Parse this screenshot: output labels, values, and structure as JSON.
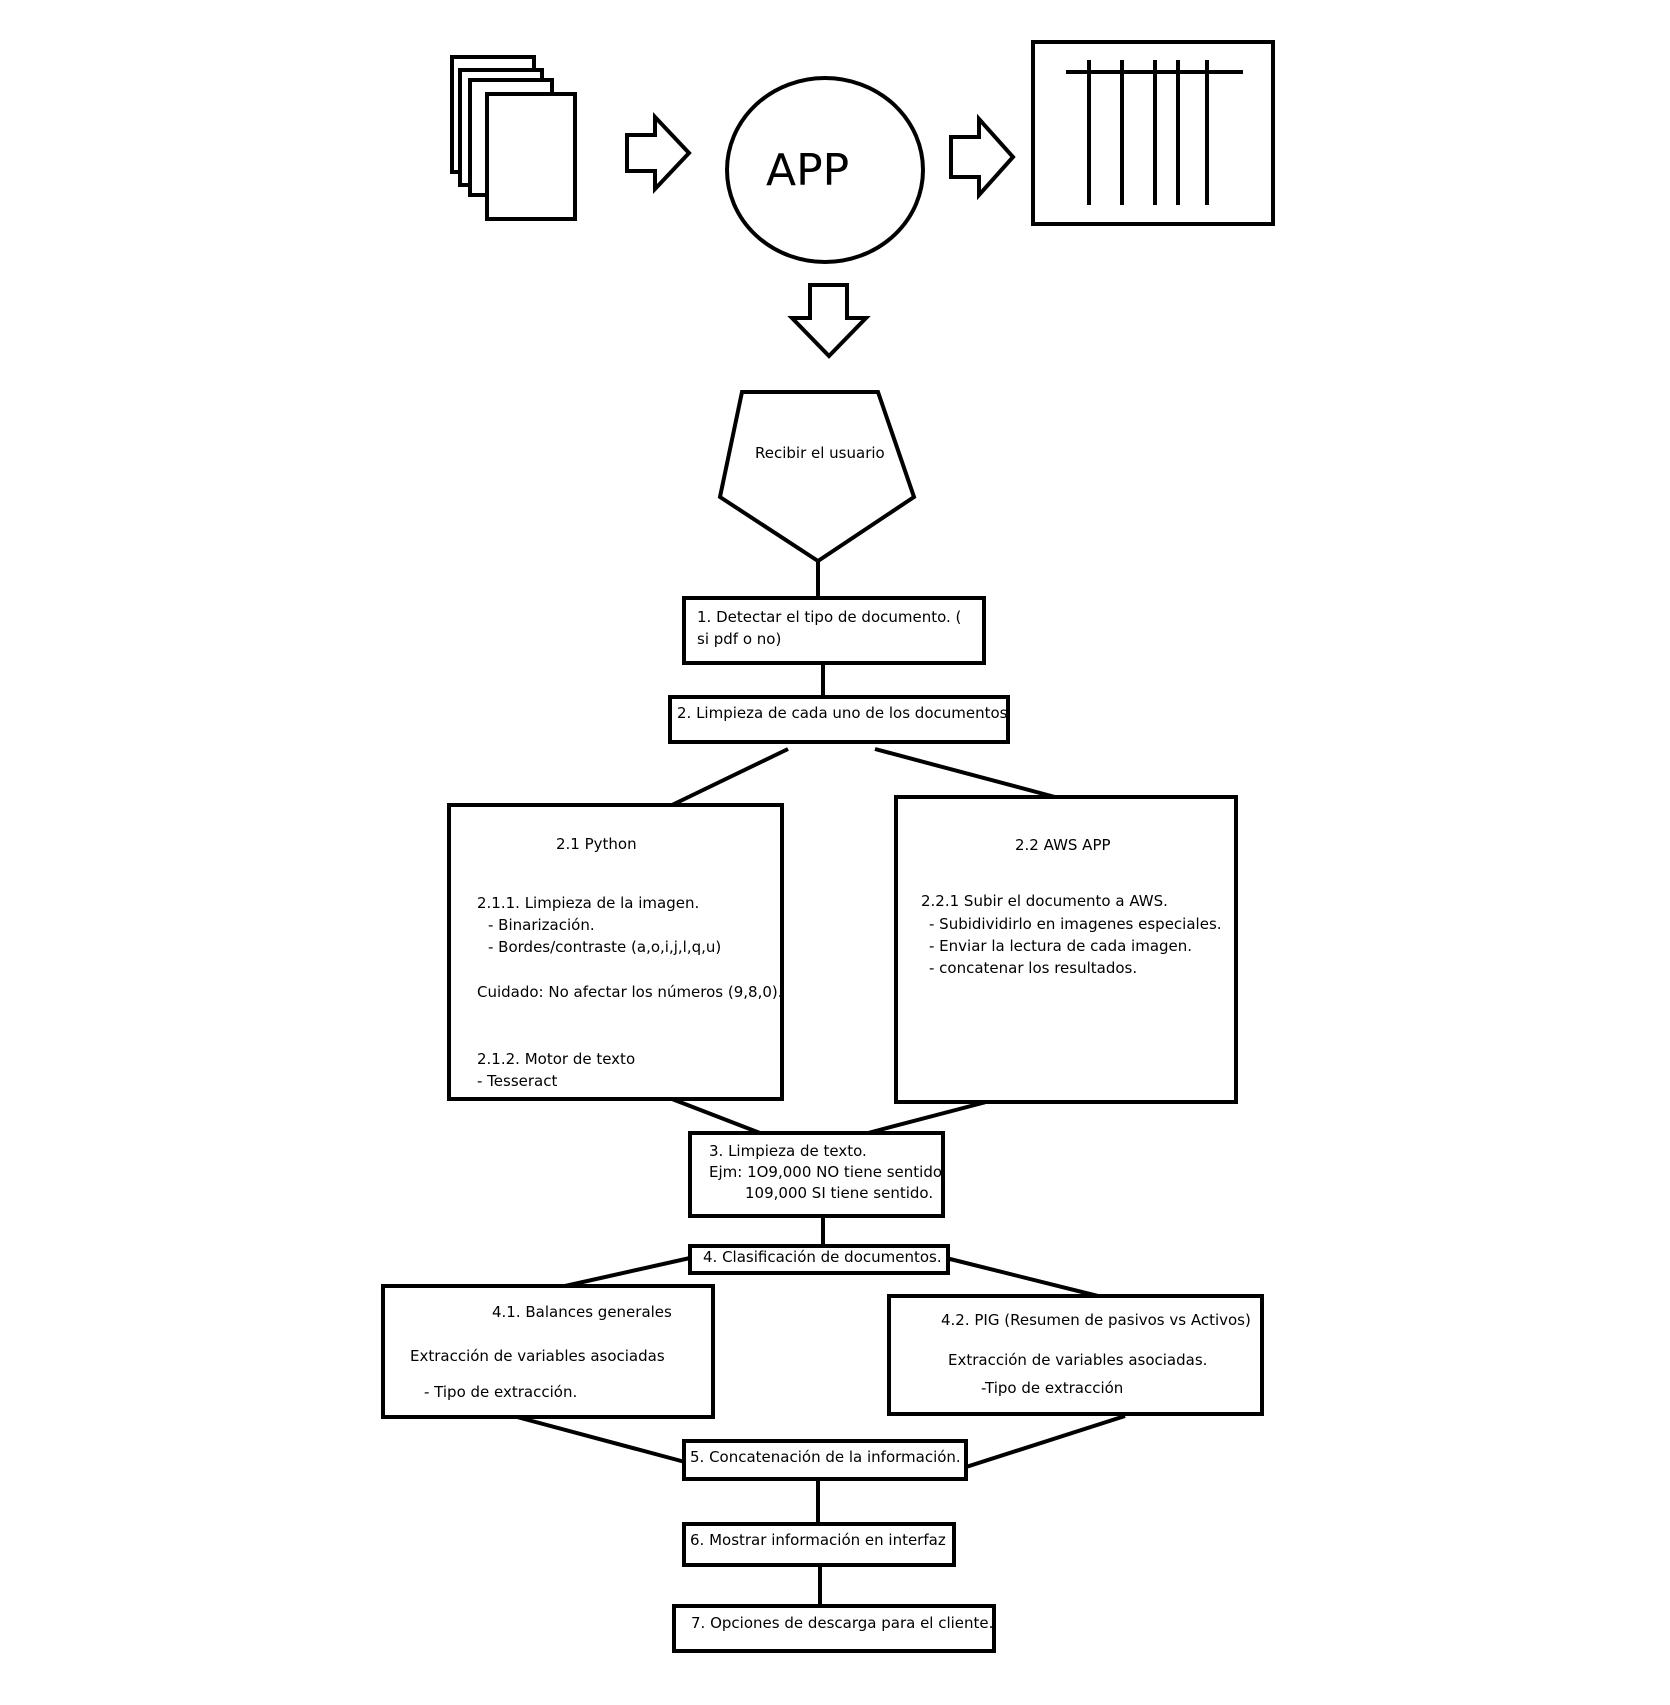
{
  "app": {
    "label": "APP"
  },
  "start": {
    "label": "Recibir el usuario"
  },
  "step1": {
    "line1": "1. Detectar el tipo de documento. (",
    "line2": "si pdf o no)"
  },
  "step2": {
    "label": "2. Limpieza de cada uno de los documentos"
  },
  "step21": {
    "title": "2.1 Python",
    "l1": "2.1.1. Limpieza de la imagen.",
    "l2": "- Binarización.",
    "l3": "- Bordes/contraste (a,o,i,j,l,q,u)",
    "l4": "Cuidado: No afectar los números (9,8,0).",
    "l5": "2.1.2. Motor de texto",
    "l6": "- Tesseract"
  },
  "step22": {
    "title": "2.2 AWS APP",
    "l1": "2.2.1 Subir el documento a AWS.",
    "l2": "- Subidividirlo en imagenes especiales.",
    "l3": "- Enviar la lectura de cada imagen.",
    "l4": "- concatenar los resultados."
  },
  "step3": {
    "l1": "3. Limpieza de texto.",
    "l2": "Ejm: 1O9,000 NO tiene sentido",
    "l3": "109,000 SI tiene sentido."
  },
  "step4": {
    "label": "4. Clasificación de documentos."
  },
  "step41": {
    "title": "4.1.  Balances generales",
    "l1": "Extracción de variables asociadas",
    "l2": "- Tipo de extracción."
  },
  "step42": {
    "title": "4.2. PIG (Resumen de pasivos vs Activos)",
    "l1": "Extracción de variables asociadas.",
    "l2": "-Tipo de extracción"
  },
  "step5": {
    "label": "5. Concatenación de la información."
  },
  "step6": {
    "label": "6. Mostrar información en interfaz"
  },
  "step7": {
    "label": "7. Opciones de  descarga para el cliente."
  }
}
